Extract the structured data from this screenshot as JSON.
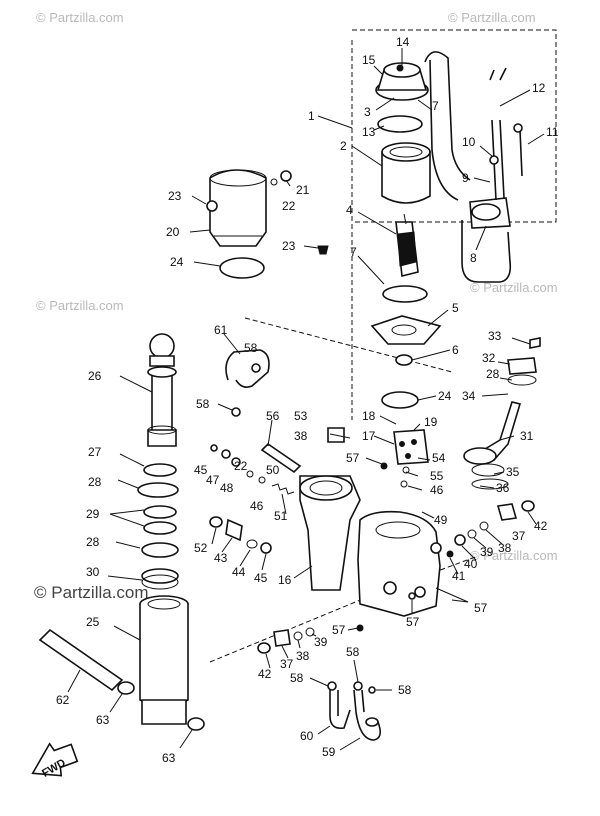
{
  "watermark": {
    "text_small": "© Partzilla.com",
    "text_large": "© Partzilla.com"
  },
  "direction_label": "FWD",
  "callouts": [
    {
      "id": "c14",
      "text": "14"
    },
    {
      "id": "c15",
      "text": "15"
    },
    {
      "id": "c3",
      "text": "3"
    },
    {
      "id": "c7a",
      "text": "7"
    },
    {
      "id": "c13",
      "text": "13"
    },
    {
      "id": "c2",
      "text": "2"
    },
    {
      "id": "c1a",
      "text": "1"
    },
    {
      "id": "c12",
      "text": "12"
    },
    {
      "id": "c11",
      "text": "11"
    },
    {
      "id": "c10",
      "text": "10"
    },
    {
      "id": "c9",
      "text": "9"
    },
    {
      "id": "c8",
      "text": "8"
    },
    {
      "id": "c4",
      "text": "4"
    },
    {
      "id": "c7b",
      "text": "7"
    },
    {
      "id": "c23a",
      "text": "23"
    },
    {
      "id": "c21",
      "text": "21"
    },
    {
      "id": "c22a",
      "text": "22"
    },
    {
      "id": "c23b",
      "text": "23"
    },
    {
      "id": "c20",
      "text": "20"
    },
    {
      "id": "c24a",
      "text": "24"
    },
    {
      "id": "c5",
      "text": "5"
    },
    {
      "id": "c6",
      "text": "6"
    },
    {
      "id": "c61",
      "text": "61"
    },
    {
      "id": "c58a",
      "text": "58"
    },
    {
      "id": "c33",
      "text": "33"
    },
    {
      "id": "c32",
      "text": "32"
    },
    {
      "id": "c28a",
      "text": "28"
    },
    {
      "id": "c26",
      "text": "26"
    },
    {
      "id": "c24b",
      "text": "24"
    },
    {
      "id": "c34",
      "text": "34"
    },
    {
      "id": "c58b",
      "text": "58"
    },
    {
      "id": "c56",
      "text": "56"
    },
    {
      "id": "c53",
      "text": "53"
    },
    {
      "id": "c18",
      "text": "18"
    },
    {
      "id": "c19",
      "text": "19"
    },
    {
      "id": "c31",
      "text": "31"
    },
    {
      "id": "c38a",
      "text": "38"
    },
    {
      "id": "c17",
      "text": "17"
    },
    {
      "id": "c27",
      "text": "27"
    },
    {
      "id": "c57a",
      "text": "57"
    },
    {
      "id": "c54",
      "text": "54"
    },
    {
      "id": "c35",
      "text": "35"
    },
    {
      "id": "c45",
      "text": "45"
    },
    {
      "id": "c47",
      "text": "47"
    },
    {
      "id": "c48",
      "text": "48"
    },
    {
      "id": "c22b",
      "text": "22"
    },
    {
      "id": "c50",
      "text": "50"
    },
    {
      "id": "c55",
      "text": "55"
    },
    {
      "id": "c28b",
      "text": "28"
    },
    {
      "id": "c46a",
      "text": "46"
    },
    {
      "id": "c46b",
      "text": "46"
    },
    {
      "id": "c36",
      "text": "36"
    },
    {
      "id": "c51",
      "text": "51"
    },
    {
      "id": "c29",
      "text": "29"
    },
    {
      "id": "c49",
      "text": "49"
    },
    {
      "id": "c37a",
      "text": "37"
    },
    {
      "id": "c42a",
      "text": "42"
    },
    {
      "id": "c28c",
      "text": "28"
    },
    {
      "id": "c52",
      "text": "52"
    },
    {
      "id": "c39a",
      "text": "39"
    },
    {
      "id": "c38b",
      "text": "38"
    },
    {
      "id": "c43",
      "text": "43"
    },
    {
      "id": "c40",
      "text": "40"
    },
    {
      "id": "c30",
      "text": "30"
    },
    {
      "id": "c44",
      "text": "44"
    },
    {
      "id": "c45b",
      "text": "45"
    },
    {
      "id": "c41",
      "text": "41"
    },
    {
      "id": "c16",
      "text": "16"
    },
    {
      "id": "c57b",
      "text": "57"
    },
    {
      "id": "c25",
      "text": "25"
    },
    {
      "id": "c57c",
      "text": "57"
    },
    {
      "id": "c57d",
      "text": "57"
    },
    {
      "id": "c39b",
      "text": "39"
    },
    {
      "id": "c38c",
      "text": "38"
    },
    {
      "id": "c37b",
      "text": "37"
    },
    {
      "id": "c58c",
      "text": "58"
    },
    {
      "id": "c42b",
      "text": "42"
    },
    {
      "id": "c58d",
      "text": "58"
    },
    {
      "id": "c62",
      "text": "62"
    },
    {
      "id": "c58e",
      "text": "58"
    },
    {
      "id": "c63a",
      "text": "63"
    },
    {
      "id": "c60",
      "text": "60"
    },
    {
      "id": "c59",
      "text": "59"
    },
    {
      "id": "c63b",
      "text": "63"
    }
  ]
}
